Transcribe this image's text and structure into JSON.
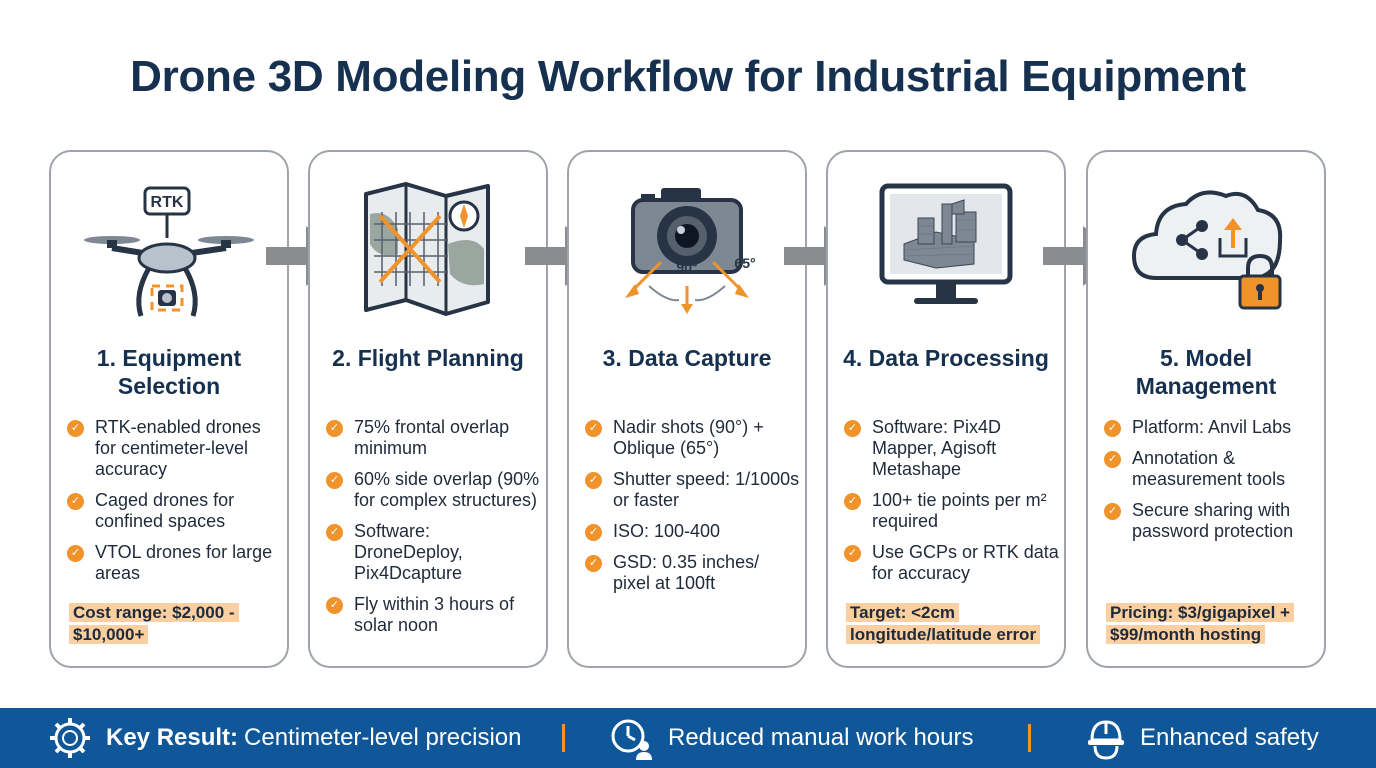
{
  "title": "Drone 3D Modeling Workflow for Industrial Equipment",
  "steps": [
    {
      "title": "1. Equipment Selection",
      "icon": "drone-icon",
      "icon_label": "RTK",
      "bullets": [
        "RTK-enabled drones for centimeter-level accuracy",
        "Caged drones for confined spaces",
        "VTOL drones for large areas"
      ],
      "highlight": "Cost range: $2,000 - $10,000+"
    },
    {
      "title": "2. Flight Planning",
      "icon": "map-icon",
      "bullets": [
        "75% frontal overlap minimum",
        "60% side overlap (90% for complex structures)",
        "Software: DroneDeploy, Pix4Dcapture",
        "Fly within 3 hours of solar noon"
      ],
      "highlight": ""
    },
    {
      "title": "3. Data Capture",
      "icon": "camera-icon",
      "icon_angles": [
        "90°",
        "65°"
      ],
      "bullets": [
        "Nadir shots (90°) + Oblique (65°)",
        "Shutter speed: 1/1000s or faster",
        "ISO: 100-400",
        "GSD: 0.35 inches/ pixel at 100ft"
      ],
      "highlight": ""
    },
    {
      "title": "4. Data Processing",
      "icon": "monitor-icon",
      "bullets": [
        "Software: Pix4D Mapper, Agisoft Metashape",
        "100+ tie points per m² required",
        "Use GCPs or RTK data for accuracy"
      ],
      "highlight": "Target: <2cm longitude/latitude error"
    },
    {
      "title": "5. Model Management",
      "icon": "cloud-lock-icon",
      "bullets": [
        "Platform: Anvil Labs",
        "Annotation & measurement tools",
        "Secure sharing with password protection"
      ],
      "highlight": "Pricing: $3/gigapixel + $99/month hosting"
    }
  ],
  "footer": {
    "key_label": "Key Result:",
    "items": [
      "Centimeter-level precision",
      "Reduced manual work hours",
      "Enhanced safety"
    ]
  },
  "colors": {
    "accent": "#f0932b",
    "navy": "#16304f",
    "footer_bg": "#0f5799",
    "arrow_gray": "#8a8c8f"
  }
}
